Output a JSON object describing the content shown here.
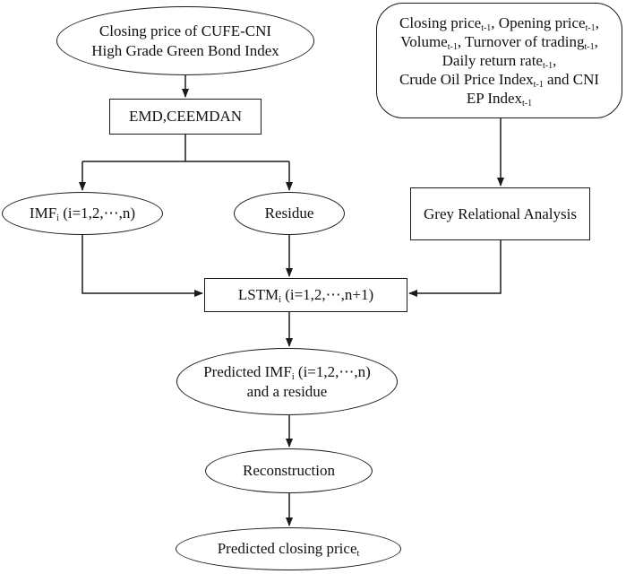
{
  "nodes": {
    "closing_price": {
      "lines": [
        "Closing price of  CUFE-CNI",
        "High Grade Green Bond Index"
      ]
    },
    "emd": {
      "label": "EMD,CEEMDAN"
    },
    "imf": {
      "base": "IMF",
      "sub": "i",
      "rest": " (i=1,2,⋯,n)"
    },
    "residue": {
      "label": "Residue"
    },
    "features": {
      "line1": {
        "a": "Closing price",
        "a_sub": "t-1",
        "b": ", Opening price",
        "b_sub": "t-1",
        "c": ","
      },
      "line2": {
        "a": "Volume",
        "a_sub": "t-1",
        "b": ", Turnover of trading",
        "b_sub": "t-1",
        "c": ","
      },
      "line3": {
        "a": "Daily return rate",
        "a_sub": "t-1",
        "b": ","
      },
      "line4": {
        "a": "Crude Oil Price Index",
        "a_sub": "t-1",
        "b": " and CNI"
      },
      "line5": {
        "a": "EP Index",
        "a_sub": "t-1"
      }
    },
    "grey": {
      "label": "Grey Relational Analysis"
    },
    "lstm": {
      "base": "LSTM",
      "sub": "i",
      "rest": " (i=1,2,⋯,n+1)"
    },
    "predicted_imf": {
      "base": "Predicted IMF",
      "sub": "i",
      "rest": " (i=1,2,⋯,n)",
      "line2": "and a residue"
    },
    "reconstruction": {
      "label": "Reconstruction"
    },
    "predicted_close": {
      "base": "Predicted closing price",
      "sub": "t"
    }
  },
  "colors": {
    "stroke": "#1a1a1a",
    "background": "#ffffff"
  }
}
